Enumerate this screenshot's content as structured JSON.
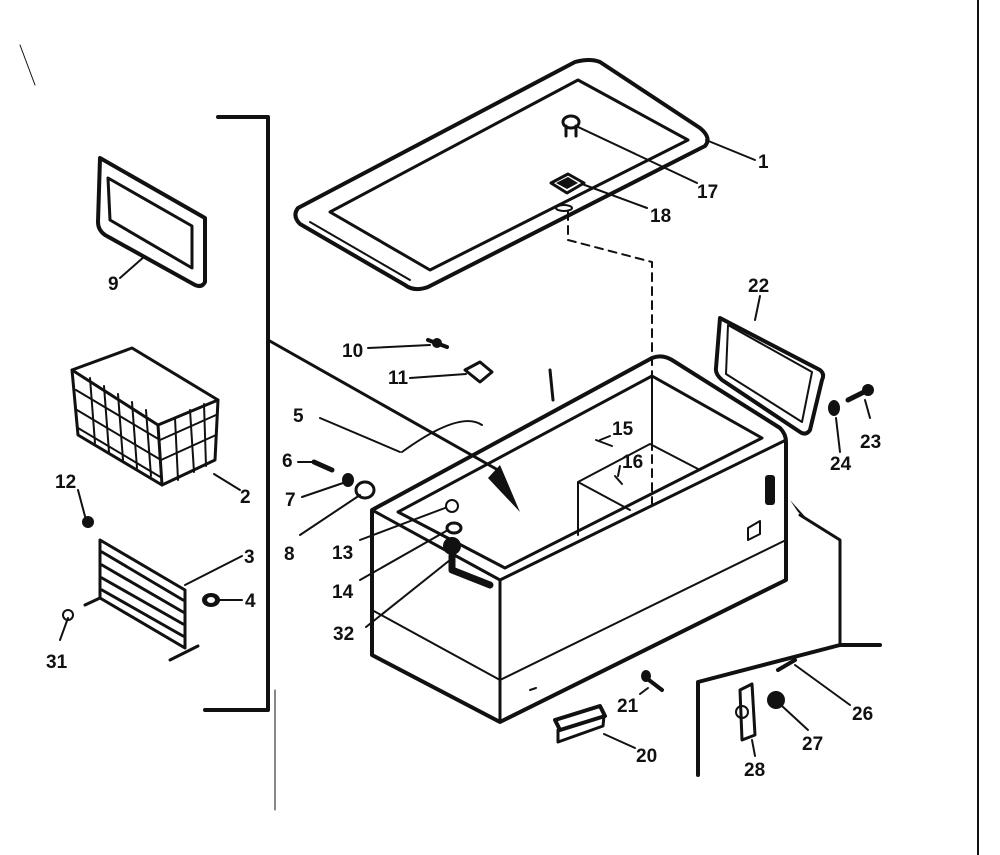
{
  "diagram": {
    "callouts": [
      {
        "id": "c1",
        "text": "1"
      },
      {
        "id": "c2",
        "text": "2"
      },
      {
        "id": "c3",
        "text": "3"
      },
      {
        "id": "c4",
        "text": "4"
      },
      {
        "id": "c5",
        "text": "5"
      },
      {
        "id": "c6",
        "text": "6"
      },
      {
        "id": "c7",
        "text": "7"
      },
      {
        "id": "c8",
        "text": "8"
      },
      {
        "id": "c9",
        "text": "9"
      },
      {
        "id": "c10",
        "text": "10"
      },
      {
        "id": "c11",
        "text": "11"
      },
      {
        "id": "c12",
        "text": "12"
      },
      {
        "id": "c13",
        "text": "13"
      },
      {
        "id": "c14",
        "text": "14"
      },
      {
        "id": "c15",
        "text": "15"
      },
      {
        "id": "c16",
        "text": "16"
      },
      {
        "id": "c17",
        "text": "17"
      },
      {
        "id": "c18",
        "text": "18"
      },
      {
        "id": "c20",
        "text": "20"
      },
      {
        "id": "c21",
        "text": "21"
      },
      {
        "id": "c22",
        "text": "22"
      },
      {
        "id": "c23",
        "text": "23"
      },
      {
        "id": "c24",
        "text": "24"
      },
      {
        "id": "c26",
        "text": "26"
      },
      {
        "id": "c27",
        "text": "27"
      },
      {
        "id": "c28",
        "text": "28"
      },
      {
        "id": "c31",
        "text": "31"
      },
      {
        "id": "c32",
        "text": "32"
      }
    ]
  }
}
